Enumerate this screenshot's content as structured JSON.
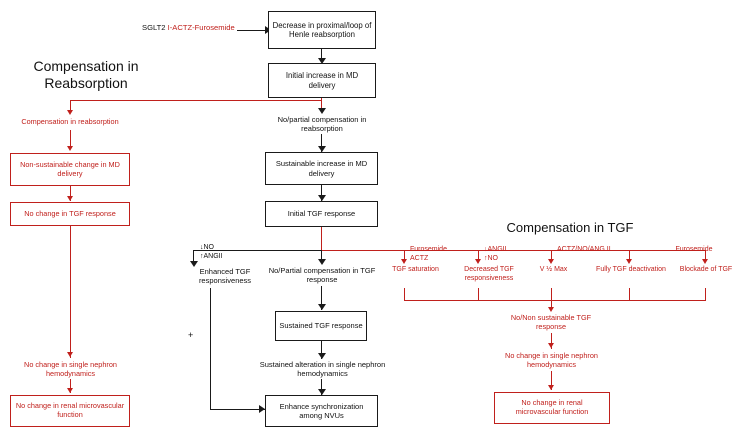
{
  "diagram": {
    "title": "Renal compensation flowchart: reabsorption and TGF",
    "colors": {
      "black": "#111111",
      "red": "#c0201c",
      "background": "#ffffff"
    }
  },
  "headers": {
    "reabsorption": "Compensation in\nReabsorption",
    "reabsorption_line1": "Compensation in",
    "reabsorption_line2": "Reabsorption",
    "tgf": "Compensation in TGF"
  },
  "top": {
    "drug_prefix": "SGLT2",
    "drug_suffix": "I-ACTZ-Furosemide",
    "box_decrease": "Decrease in proximal/loop of Henle reabsorption",
    "box_initial_increase": "Initial increase in MD delivery"
  },
  "center": {
    "no_partial_compensation_reabsorption": "No/partial compensation in reabsorption",
    "box_sustainable_increase": "Sustainable increase in MD delivery",
    "box_initial_tgf": "Initial TGF response",
    "no_partial_compensation_tgf": "No/Partial compensation in TGF response",
    "box_sustained_tgf": "Sustained TGF response",
    "sustained_alteration": "Sustained alteration in single nephron hemodynamics",
    "box_enhance_sync": "Enhance synchronization among NVUs"
  },
  "mediators": {
    "no_down": "↓NO",
    "angii_up": "↑ANGII",
    "enhanced_tgf_responsiveness": "Enhanced TGF responsiveness",
    "plus_sign": "+"
  },
  "left_branch": {
    "compensation_in_reabsorption": "Compensation in reabsorption",
    "box_non_sustainable": "Non-sustainable change in MD delivery",
    "box_no_change_tgf": "No change in TGF response",
    "no_change_single_nephron": "No change in single nephron hemodynamics",
    "box_no_change_renal": "No change in renal microvascular function"
  },
  "tgf_branch": {
    "columns": [
      {
        "drug_line1": "Furosemide",
        "drug_line2": "ACTZ",
        "outcome": "TGF saturation"
      },
      {
        "drug_line1": "↓ANGII",
        "drug_line2": "↑NO",
        "outcome": "Decreased TGF responsiveness"
      },
      {
        "drug_line1": "ACTZ/NO/ANG II",
        "drug_line2": "",
        "outcome": "V ½ Max"
      },
      {
        "drug_line1": "",
        "drug_line2": "",
        "outcome": "Fully TGF deactivation"
      },
      {
        "drug_line1": "Furosemide",
        "drug_line2": "",
        "outcome": "Blockade of TGF"
      }
    ],
    "no_non_sustainable_tgf": "No/Non sustainable TGF response",
    "no_change_single_nephron": "No change in single nephron hemodynamics",
    "box_no_change_renal": "No change in renal microvascular function"
  }
}
